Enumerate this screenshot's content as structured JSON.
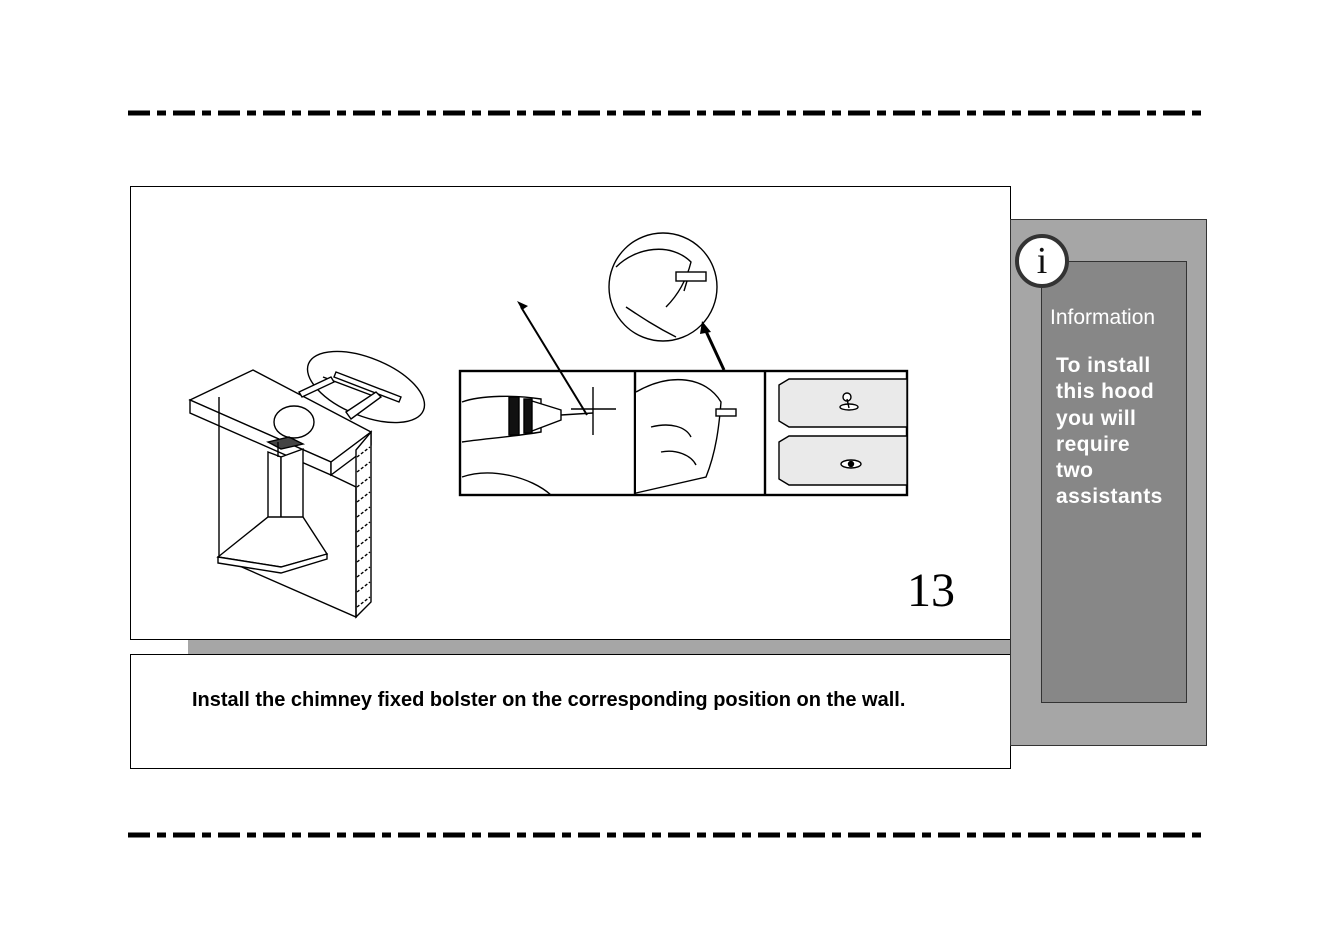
{
  "illustration": {
    "step_number": "13"
  },
  "instruction": {
    "text": "Install the chimney fixed bolster on the corresponding position on the wall."
  },
  "info_box": {
    "icon": "info-icon",
    "icon_glyph": "i",
    "title": "Information",
    "lines": [
      "To install",
      "this hood",
      "you will",
      "require",
      "two",
      "assistants"
    ]
  },
  "colors": {
    "panel_gray": "#a6a6a6",
    "info_inner": "#878787",
    "line": "#000000"
  }
}
